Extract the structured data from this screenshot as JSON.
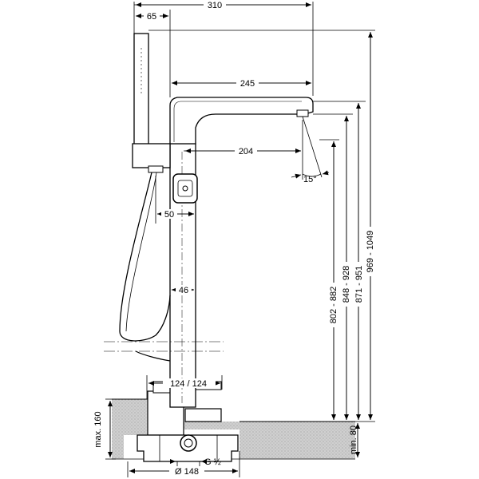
{
  "dimensions": {
    "width_total": "310",
    "offset_65": "65",
    "spout_reach": "245",
    "spout_offset": "204",
    "spout_angle": "15°",
    "handshower_offset": "50",
    "riser_46": "46",
    "base_plate": "124 / 124",
    "diameter": "Ø 148",
    "thread": "G ½",
    "max_depth": "max. 160",
    "min_depth": "min. 80",
    "height_802_882": "802 - 882",
    "height_848_928": "848 - 928",
    "height_871_951": "871 - 951",
    "height_969_1049": "969 - 1049"
  }
}
